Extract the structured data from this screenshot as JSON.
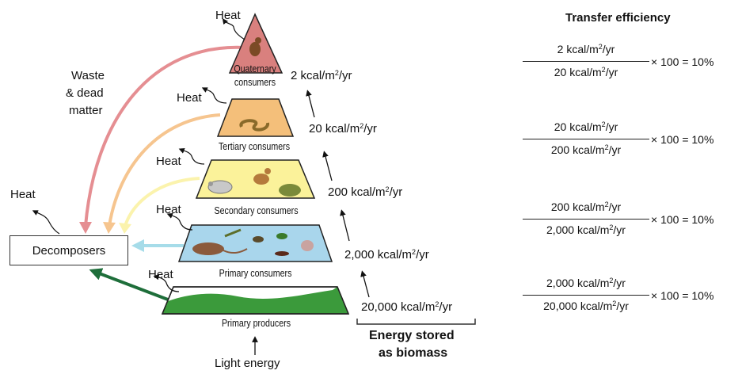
{
  "levels": {
    "quaternary": {
      "label_line1": "Quaternary",
      "label_line2": "consumers"
    },
    "tertiary": {
      "label": "Tertiary consumers"
    },
    "secondary": {
      "label": "Secondary consumers"
    },
    "primary_consumers": {
      "label": "Primary consumers"
    },
    "producers": {
      "label": "Primary producers"
    }
  },
  "heat_label": "Heat",
  "waste_label": {
    "line1": "Waste",
    "line2": "& dead",
    "line3": "matter"
  },
  "decomposers_label": "Decomposers",
  "light_energy_label": "Light energy",
  "energy_values": [
    {
      "prefix": "20,000 kcal/m",
      "sup": "2",
      "suffix": "/yr"
    },
    {
      "prefix": "2,000 kcal/m",
      "sup": "2",
      "suffix": "/yr"
    },
    {
      "prefix": "200 kcal/m",
      "sup": "2",
      "suffix": "/yr"
    },
    {
      "prefix": "20 kcal/m",
      "sup": "2",
      "suffix": "/yr"
    },
    {
      "prefix": "2 kcal/m",
      "sup": "2",
      "suffix": "/yr"
    }
  ],
  "biomass_label": {
    "line1": "Energy stored",
    "line2": "as biomass"
  },
  "transfer_efficiency": {
    "title": "Transfer efficiency",
    "rows": [
      {
        "num": {
          "prefix": "2 kcal/m",
          "sup": "2",
          "suffix": "/yr"
        },
        "den": {
          "prefix": "20 kcal/m",
          "sup": "2",
          "suffix": "/yr"
        },
        "tail": "× 100 = 10%"
      },
      {
        "num": {
          "prefix": "20 kcal/m",
          "sup": "2",
          "suffix": "/yr"
        },
        "den": {
          "prefix": "200 kcal/m",
          "sup": "2",
          "suffix": "/yr"
        },
        "tail": "× 100 = 10%"
      },
      {
        "num": {
          "prefix": "200 kcal/m",
          "sup": "2",
          "suffix": "/yr"
        },
        "den": {
          "prefix": "2,000 kcal/m",
          "sup": "2",
          "suffix": "/yr"
        },
        "tail": "× 100 = 10%"
      },
      {
        "num": {
          "prefix": "2,000 kcal/m",
          "sup": "2",
          "suffix": "/yr"
        },
        "den": {
          "prefix": "20,000 kcal/m",
          "sup": "2",
          "suffix": "/yr"
        },
        "tail": "× 100 = 10%"
      }
    ]
  },
  "colors": {
    "quaternary": "#d9807e",
    "tertiary": "#f4bf7a",
    "secondary": "#fbf29a",
    "primary_consumers": "#a9d6ec",
    "producers_grass": "#3b9a3b",
    "producers_sky": "#ffffff",
    "arrow_quaternary": "#e58e92",
    "arrow_tertiary": "#f6c58f",
    "arrow_secondary": "#fbf3ad",
    "arrow_primary": "#a6dce9",
    "arrow_producers": "#1e6e3a"
  }
}
